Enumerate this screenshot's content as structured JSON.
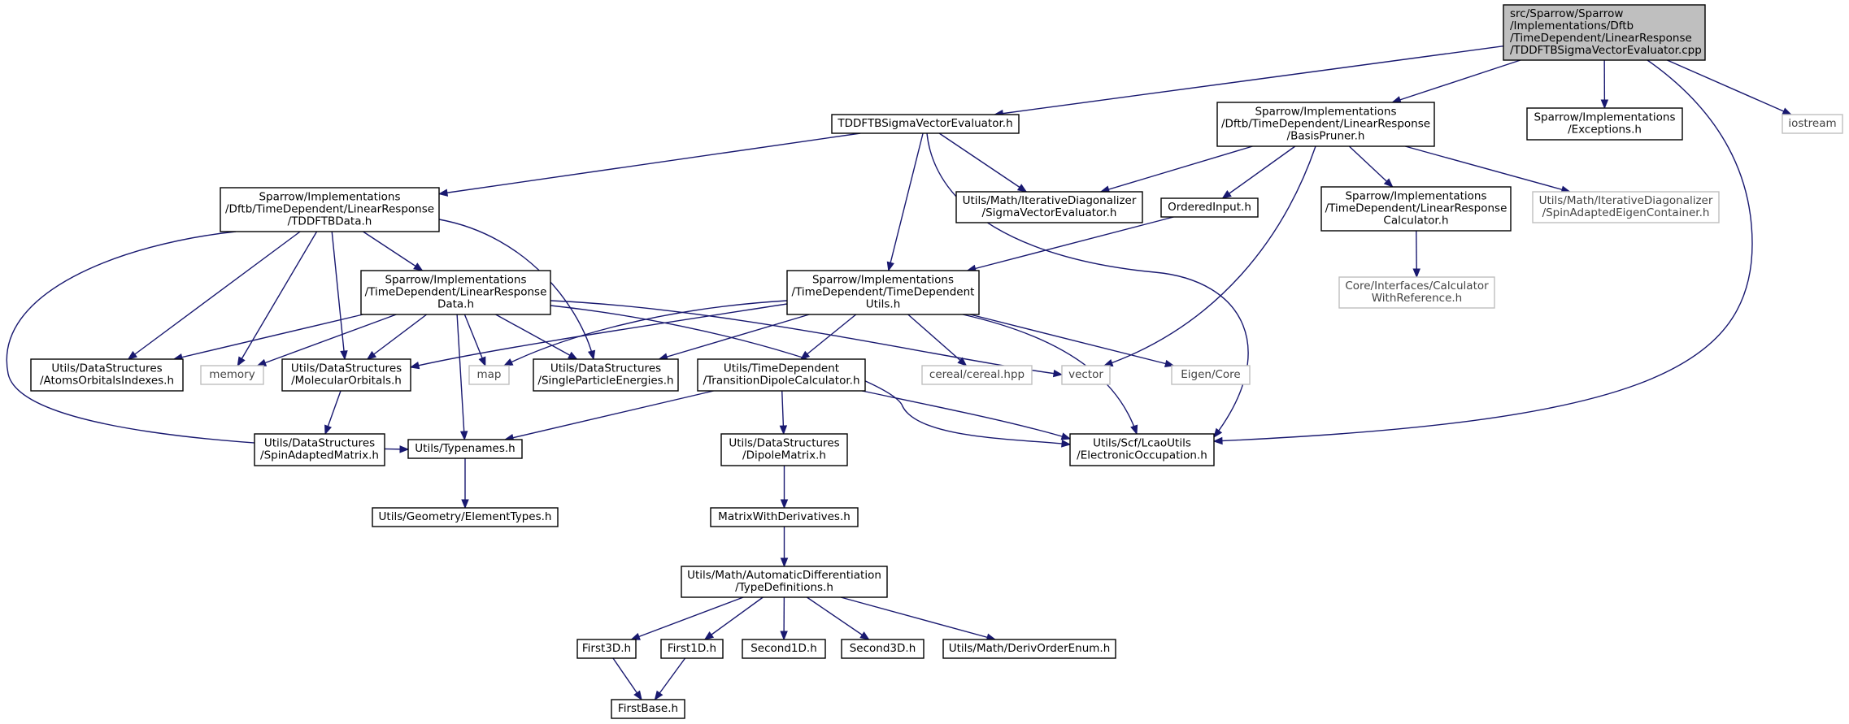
{
  "graph": {
    "type": "include-dependency-graph",
    "colors": {
      "edge": "#191970",
      "node_border": "#000000",
      "system_border": "#bfbfbf",
      "root_fill": "#bfbfbf"
    },
    "nodes": [
      {
        "id": "root",
        "kind": "root",
        "lines": [
          "src/Sparrow/Sparrow",
          "/Implementations/Dftb",
          "/TimeDependent/LinearResponse",
          "/TDDFTBSigmaVectorEvaluator.cpp"
        ]
      },
      {
        "id": "tddftb_sve",
        "kind": "local",
        "lines": [
          "TDDFTBSigmaVectorEvaluator.h"
        ]
      },
      {
        "id": "basis_pruner",
        "kind": "local",
        "lines": [
          "Sparrow/Implementations",
          "/Dftb/TimeDependent/LinearResponse",
          "/BasisPruner.h"
        ]
      },
      {
        "id": "exceptions",
        "kind": "local",
        "lines": [
          "Sparrow/Implementations",
          "/Exceptions.h"
        ]
      },
      {
        "id": "iostream",
        "kind": "system",
        "lines": [
          "iostream"
        ]
      },
      {
        "id": "tddftb_data",
        "kind": "local",
        "lines": [
          "Sparrow/Implementations",
          "/Dftb/TimeDependent/LinearResponse",
          "/TDDFTBData.h"
        ]
      },
      {
        "id": "sigma_ve",
        "kind": "local",
        "lines": [
          "Utils/Math/IterativeDiagonalizer",
          "/SigmaVectorEvaluator.h"
        ]
      },
      {
        "id": "ordered_input",
        "kind": "local",
        "lines": [
          "OrderedInput.h"
        ]
      },
      {
        "id": "lr_calculator",
        "kind": "local",
        "lines": [
          "Sparrow/Implementations",
          "/TimeDependent/LinearResponse",
          "Calculator.h"
        ]
      },
      {
        "id": "spin_eigen",
        "kind": "system",
        "lines": [
          "Utils/Math/IterativeDiagonalizer",
          "/SpinAdaptedEigenContainer.h"
        ]
      },
      {
        "id": "lr_data",
        "kind": "local",
        "lines": [
          "Sparrow/Implementations",
          "/TimeDependent/LinearResponse",
          "Data.h"
        ]
      },
      {
        "id": "td_utils",
        "kind": "local",
        "lines": [
          "Sparrow/Implementations",
          "/TimeDependent/TimeDependent",
          "Utils.h"
        ]
      },
      {
        "id": "calc_with_ref",
        "kind": "system",
        "lines": [
          "Core/Interfaces/Calculator",
          "WithReference.h"
        ]
      },
      {
        "id": "atoms_orb",
        "kind": "local",
        "lines": [
          "Utils/DataStructures",
          "/AtomsOrbitalsIndexes.h"
        ]
      },
      {
        "id": "memory",
        "kind": "system",
        "lines": [
          "memory"
        ]
      },
      {
        "id": "mol_orb",
        "kind": "local",
        "lines": [
          "Utils/DataStructures",
          "/MolecularOrbitals.h"
        ]
      },
      {
        "id": "map",
        "kind": "system",
        "lines": [
          "map"
        ]
      },
      {
        "id": "spe",
        "kind": "local",
        "lines": [
          "Utils/DataStructures",
          "/SingleParticleEnergies.h"
        ]
      },
      {
        "id": "tdc",
        "kind": "local",
        "lines": [
          "Utils/TimeDependent",
          "/TransitionDipoleCalculator.h"
        ]
      },
      {
        "id": "cereal",
        "kind": "system",
        "lines": [
          "cereal/cereal.hpp"
        ]
      },
      {
        "id": "vector",
        "kind": "system",
        "lines": [
          "vector"
        ]
      },
      {
        "id": "eigen",
        "kind": "system",
        "lines": [
          "Eigen/Core"
        ]
      },
      {
        "id": "spin_matrix",
        "kind": "local",
        "lines": [
          "Utils/DataStructures",
          "/SpinAdaptedMatrix.h"
        ]
      },
      {
        "id": "typenames",
        "kind": "local",
        "lines": [
          "Utils/Typenames.h"
        ]
      },
      {
        "id": "dipole",
        "kind": "local",
        "lines": [
          "Utils/DataStructures",
          "/DipoleMatrix.h"
        ]
      },
      {
        "id": "elec_occ",
        "kind": "local",
        "lines": [
          "Utils/Scf/LcaoUtils",
          "/ElectronicOccupation.h"
        ]
      },
      {
        "id": "elem_types",
        "kind": "local",
        "lines": [
          "Utils/Geometry/ElementTypes.h"
        ]
      },
      {
        "id": "mwd",
        "kind": "local",
        "lines": [
          "MatrixWithDerivatives.h"
        ]
      },
      {
        "id": "typedefs",
        "kind": "local",
        "lines": [
          "Utils/Math/AutomaticDifferentiation",
          "/TypeDefinitions.h"
        ]
      },
      {
        "id": "first3d",
        "kind": "local",
        "lines": [
          "First3D.h"
        ]
      },
      {
        "id": "first1d",
        "kind": "local",
        "lines": [
          "First1D.h"
        ]
      },
      {
        "id": "second1d",
        "kind": "local",
        "lines": [
          "Second1D.h"
        ]
      },
      {
        "id": "second3d",
        "kind": "local",
        "lines": [
          "Second3D.h"
        ]
      },
      {
        "id": "deriv_order",
        "kind": "local",
        "lines": [
          "Utils/Math/DerivOrderEnum.h"
        ]
      },
      {
        "id": "first_base",
        "kind": "local",
        "lines": [
          "FirstBase.h"
        ]
      }
    ],
    "edges": [
      [
        "root",
        "tddftb_sve"
      ],
      [
        "root",
        "basis_pruner"
      ],
      [
        "root",
        "exceptions"
      ],
      [
        "root",
        "iostream"
      ],
      [
        "root",
        "elec_occ"
      ],
      [
        "tddftb_sve",
        "tddftb_data"
      ],
      [
        "tddftb_sve",
        "sigma_ve"
      ],
      [
        "tddftb_sve",
        "td_utils"
      ],
      [
        "tddftb_sve",
        "elec_occ"
      ],
      [
        "basis_pruner",
        "sigma_ve"
      ],
      [
        "basis_pruner",
        "ordered_input"
      ],
      [
        "basis_pruner",
        "lr_calculator"
      ],
      [
        "basis_pruner",
        "spin_eigen"
      ],
      [
        "basis_pruner",
        "vector"
      ],
      [
        "lr_calculator",
        "calc_with_ref"
      ],
      [
        "ordered_input",
        "td_utils"
      ],
      [
        "tddftb_data",
        "lr_data"
      ],
      [
        "tddftb_data",
        "atoms_orb"
      ],
      [
        "tddftb_data",
        "memory"
      ],
      [
        "tddftb_data",
        "mol_orb"
      ],
      [
        "tddftb_data",
        "spe"
      ],
      [
        "tddftb_data",
        "typenames"
      ],
      [
        "lr_data",
        "atoms_orb"
      ],
      [
        "lr_data",
        "memory"
      ],
      [
        "lr_data",
        "mol_orb"
      ],
      [
        "lr_data",
        "map"
      ],
      [
        "lr_data",
        "spe"
      ],
      [
        "lr_data",
        "typenames"
      ],
      [
        "lr_data",
        "vector"
      ],
      [
        "lr_data",
        "elec_occ"
      ],
      [
        "td_utils",
        "mol_orb"
      ],
      [
        "td_utils",
        "map"
      ],
      [
        "td_utils",
        "spe"
      ],
      [
        "td_utils",
        "tdc"
      ],
      [
        "td_utils",
        "cereal"
      ],
      [
        "td_utils",
        "eigen"
      ],
      [
        "td_utils",
        "elec_occ"
      ],
      [
        "mol_orb",
        "spin_matrix"
      ],
      [
        "tdc",
        "typenames"
      ],
      [
        "tdc",
        "dipole"
      ],
      [
        "tdc",
        "elec_occ"
      ],
      [
        "typenames",
        "elem_types"
      ],
      [
        "dipole",
        "mwd"
      ],
      [
        "mwd",
        "typedefs"
      ],
      [
        "typedefs",
        "first3d"
      ],
      [
        "typedefs",
        "first1d"
      ],
      [
        "typedefs",
        "second1d"
      ],
      [
        "typedefs",
        "second3d"
      ],
      [
        "typedefs",
        "deriv_order"
      ],
      [
        "first3d",
        "first_base"
      ],
      [
        "first1d",
        "first_base"
      ]
    ]
  }
}
